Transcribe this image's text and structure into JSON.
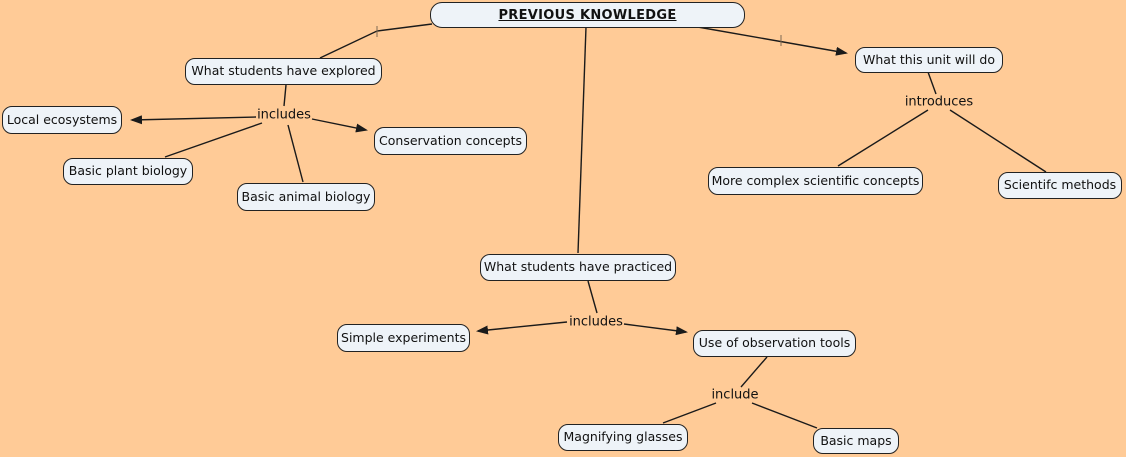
{
  "colors": {
    "background": "#FFCB97",
    "node_fill": "#EEF3F8",
    "node_border": "#222222",
    "line": "#1a1a1a",
    "text": "#111111"
  },
  "nodes": [
    {
      "id": "previous-knowledge",
      "label": "PREVIOUS KNOWLEDGE"
    },
    {
      "id": "what-students-have-explored",
      "label": "What students have explored"
    },
    {
      "id": "what-this-unit-will-do",
      "label": "What this unit will do"
    },
    {
      "id": "local-ecosystems",
      "label": "Local ecosystems"
    },
    {
      "id": "basic-plant-biology",
      "label": "Basic plant biology"
    },
    {
      "id": "basic-animal-biology",
      "label": "Basic animal biology"
    },
    {
      "id": "conservation-concepts",
      "label": "Conservation concepts"
    },
    {
      "id": "more-complex-scientific-concepts",
      "label": "More complex scientific concepts"
    },
    {
      "id": "scientifc-methods",
      "label": "Scientifc methods"
    },
    {
      "id": "what-students-have-practiced",
      "label": "What students have practiced"
    },
    {
      "id": "simple-experiments",
      "label": "Simple experiments"
    },
    {
      "id": "use-of-observation-tools",
      "label": "Use of observation tools"
    },
    {
      "id": "magnifying-glasses",
      "label": "Magnifying glasses"
    },
    {
      "id": "basic-maps",
      "label": "Basic maps"
    }
  ],
  "link_labels": [
    {
      "id": "includes-explored",
      "label": "includes"
    },
    {
      "id": "introduces",
      "label": "introduces"
    },
    {
      "id": "includes-practiced",
      "label": "includes"
    },
    {
      "id": "include-observation",
      "label": "include"
    }
  ]
}
